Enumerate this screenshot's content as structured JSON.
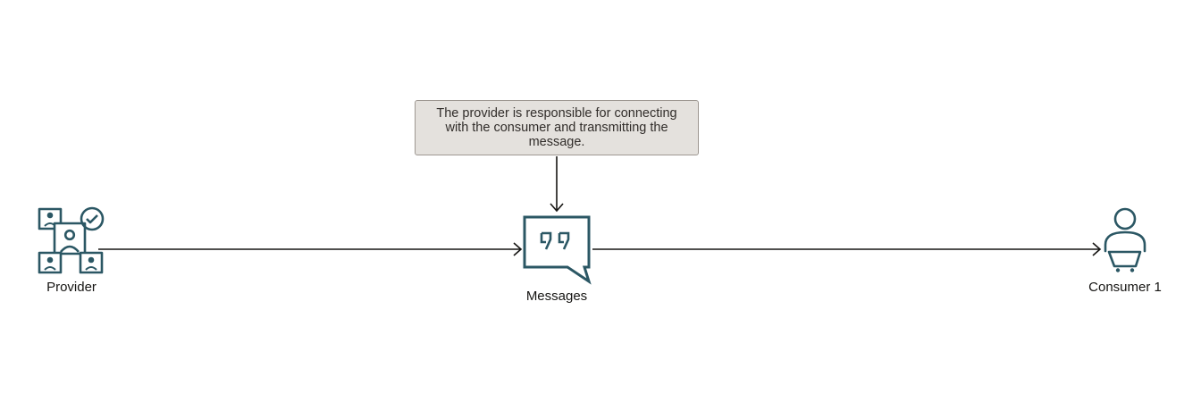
{
  "note": {
    "text": "The provider is responsible for connecting with the consumer and transmitting the message."
  },
  "nodes": {
    "provider": {
      "label": "Provider",
      "icon": "provider-people-check-icon"
    },
    "messages": {
      "label": "Messages",
      "icon": "message-quote-bubble-icon"
    },
    "consumer": {
      "label": "Consumer 1",
      "icon": "consumer-cart-icon"
    }
  },
  "colors": {
    "icon": "#2b5764",
    "line": "#161513",
    "note_fill": "#e4e1dd",
    "note_border": "#9e9892"
  }
}
